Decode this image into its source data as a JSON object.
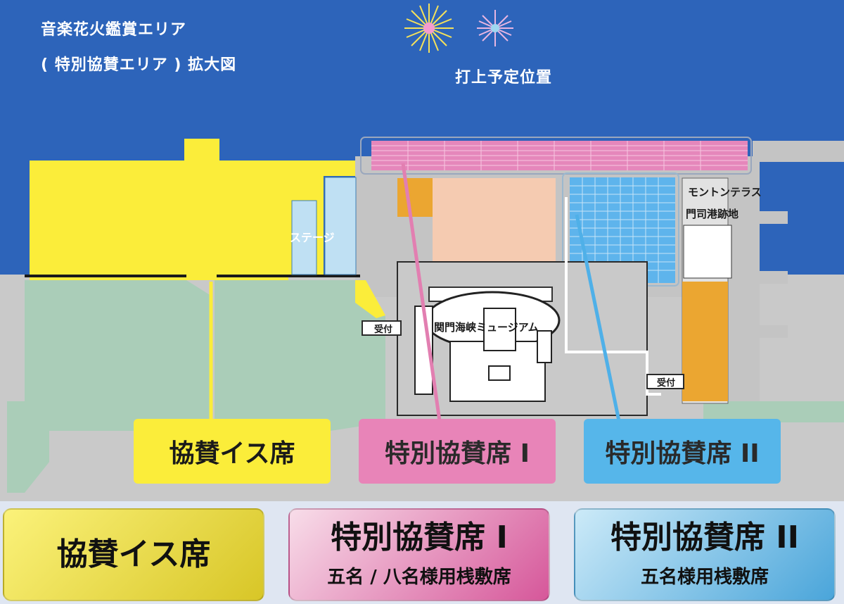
{
  "header": {
    "title_line1": "音楽花火鑑賞エリア",
    "title_line2": "( 特別協賛エリア ) 拡大図",
    "launch_label": "打上予定位置"
  },
  "map": {
    "stage_label": "ステージ",
    "reception_label": "受付",
    "museum_label": "関門海峡ミュージアム",
    "terrace_label": "モントンテラス",
    "port_site_label": "門司港跡地",
    "callouts": {
      "chair": "協賛イス席",
      "special1": "特別協賛席 I",
      "special2": "特別協賛席 II"
    }
  },
  "legend": [
    {
      "title": "協賛イス席",
      "subtitle": ""
    },
    {
      "title": "特別協賛席 I",
      "subtitle": "五名 / 八名様用桟敷席"
    },
    {
      "title": "特別協賛席 II",
      "subtitle": "五名様用桟敷席"
    }
  ],
  "colors": {
    "sea": "#2d64ba",
    "land": "#c9c9c9",
    "green": "#aacdb8",
    "chair_yellow": "#fbed3a",
    "special1_pink": "#e27fb1",
    "special2_blue": "#4fb0e8",
    "orange": "#eba631",
    "peach": "#f5cbb1"
  }
}
